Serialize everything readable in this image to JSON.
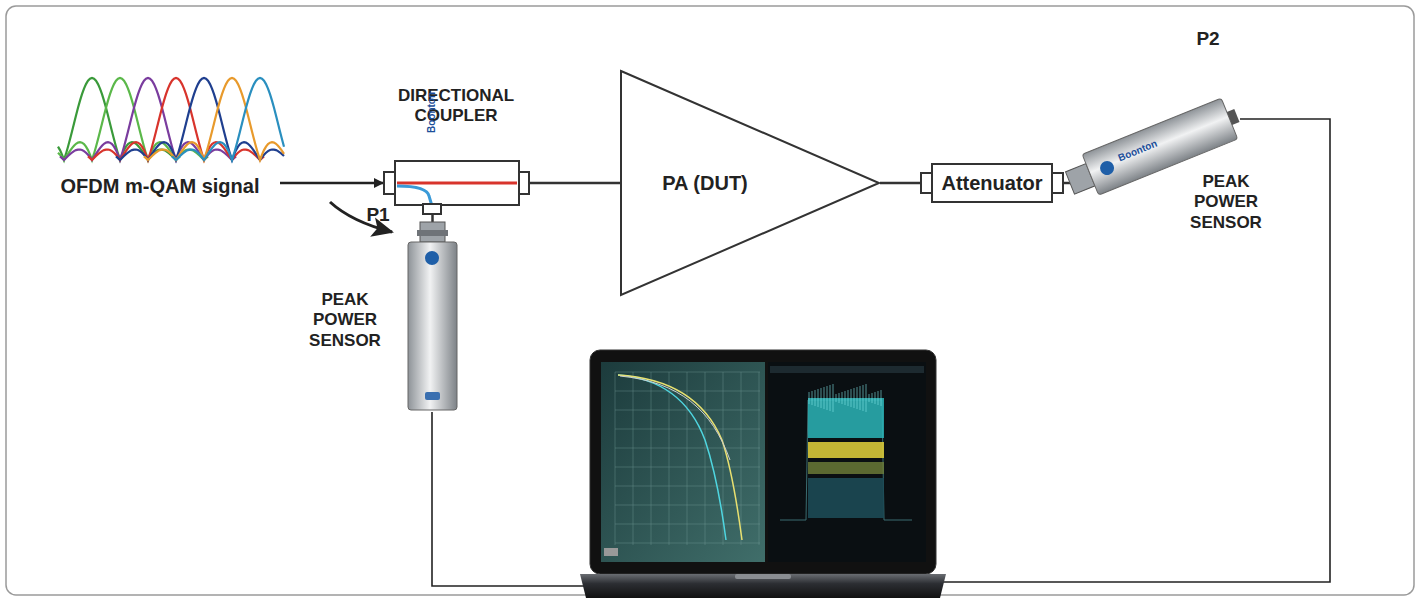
{
  "diagram": {
    "nodes": [
      {
        "text": [
          "DIRECTIONAL COUPLER"
        ]
      },
      {
        "text": [
          "PA (DUT)"
        ]
      },
      {
        "text": [
          "Attenuator"
        ]
      },
      {
        "text": [
          "P1",
          "PEAK POWER SENSOR"
        ]
      },
      {
        "text": [
          "P2",
          "PEAK POWER SENSOR"
        ]
      }
    ],
    "edges": [
      {
        "from": 0,
        "to": 1,
        "arrow": "none"
      },
      {
        "from": 1,
        "to": 2,
        "arrow": "none"
      },
      {
        "from": 2,
        "to": 4,
        "arrow": "none"
      },
      {
        "from": 0,
        "to": 3,
        "arrow": "none"
      }
    ],
    "labels": [
      "OFDM m-QAM signal",
      "Boonton",
      "Boonton"
    ]
  }
}
